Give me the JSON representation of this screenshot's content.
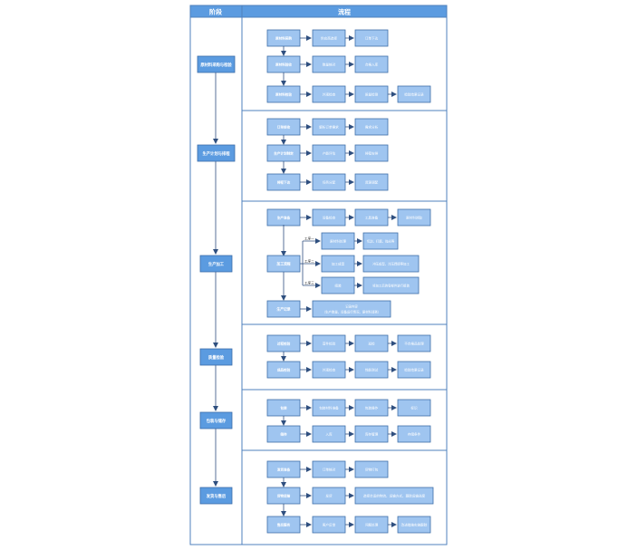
{
  "header": {
    "stage": "阶段",
    "process": "流程"
  },
  "colors": {
    "header_bg": "#5B9BE0",
    "border": "#4F81BD",
    "stage_fill": "#5B9BE0",
    "stage_stroke": "#3B6BA8",
    "box_fill": "#9FC5F0",
    "box_stroke": "#3F6FA8",
    "arrow": "#2F4F7F"
  },
  "stages": [
    {
      "label": "原材料采购与检验",
      "rows": [
        [
          "原材料采购",
          "供应商选择",
          "订单下达"
        ],
        [
          "原材料验收",
          "数量核对",
          "合格入库"
        ],
        [
          "原材料检验",
          "外观检查",
          "质量检测",
          "检验结果记录"
        ]
      ]
    },
    {
      "label": "生产计划与排程",
      "rows": [
        [
          "订单接收",
          "解析订单需求",
          "需求分析"
        ],
        [
          "生产计划制定",
          "产能评估",
          "排程安排"
        ],
        [
          "排程下达",
          "任务分配",
          "资源调配"
        ]
      ]
    },
    {
      "label": "生产加工",
      "top_row": [
        "生产准备",
        "设备检查",
        "工具准备",
        "原材料领取"
      ],
      "process_label": "加工流程",
      "sub_steps": [
        {
          "tag": "工序一",
          "name": "原材料处理",
          "detail": "切割、打磨、抛光等"
        },
        {
          "tag": "工序二",
          "name": "加工成型",
          "detail": "冲压成型、冷压焊接等加工"
        },
        {
          "tag": "工序三",
          "name": "组装",
          "detail": "将加工后的零部件进行组装"
        }
      ],
      "record_label": "生产记录",
      "record_detail": [
        "记录内容",
        "（生产数量、设备运行情况、原材料消耗）"
      ]
    },
    {
      "label": "质量检验",
      "rows": [
        [
          "过程检验",
          "首件检验",
          "巡检",
          "不合格品处理"
        ],
        [
          "成品检验",
          "外观检查",
          "性能测试",
          "检验结果记录"
        ]
      ]
    },
    {
      "label": "包装与储存",
      "rows": [
        [
          "包装",
          "包装材料准备",
          "包装操作",
          "标识"
        ],
        [
          "储存",
          "入库",
          "库存管理",
          "存储条件"
        ]
      ]
    },
    {
      "label": "发货与售后",
      "rows": [
        [
          "发货准备",
          "订单核对",
          "货物打包"
        ],
        [
          "货物运输",
          "发货",
          "选择合适的物流、运输方式、跟踪运输进度"
        ],
        [
          "售后服务",
          "客户反馈",
          "问题处理",
          "改进措施实施跟踪"
        ]
      ]
    }
  ]
}
